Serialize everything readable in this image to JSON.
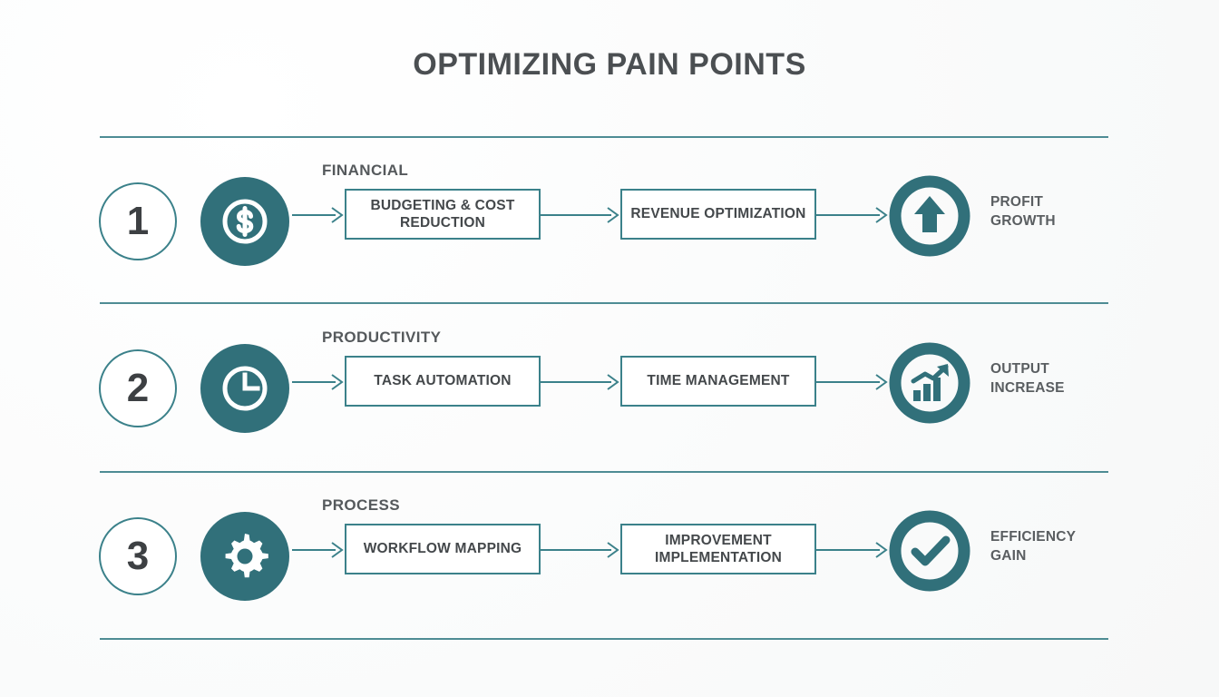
{
  "page": {
    "title": "OPTIMIZING PAIN POINTS",
    "background_color": "#fbfcfc",
    "accent_color": "#31707a",
    "line_color": "#3b818a",
    "text_color": "#4b4f52"
  },
  "rows": [
    {
      "number": "1",
      "category": "FINANCIAL",
      "disc_icon": "dollar-coin-icon",
      "step_1": "BUDGETING &\nCOST REDUCTION",
      "step_2": "REVENUE\nOPTIMIZATION",
      "result_icon": "up-arrow-circle-icon",
      "result": "PROFIT\nGROWTH"
    },
    {
      "number": "2",
      "category": "PRODUCTIVITY",
      "disc_icon": "clock-icon",
      "step_1": "TASK AUTOMATION",
      "step_2": "TIME MANAGEMENT",
      "result_icon": "growth-chart-icon",
      "result": "OUTPUT\nINCREASE"
    },
    {
      "number": "3",
      "category": "PROCESS",
      "disc_icon": "gear-icon",
      "step_1": "WORKFLOW MAPPING",
      "step_2": "IMPROVEMENT\nIMPLEMENTATION",
      "result_icon": "check-circle-icon",
      "result": "EFFICIENCY\nGAIN"
    }
  ]
}
